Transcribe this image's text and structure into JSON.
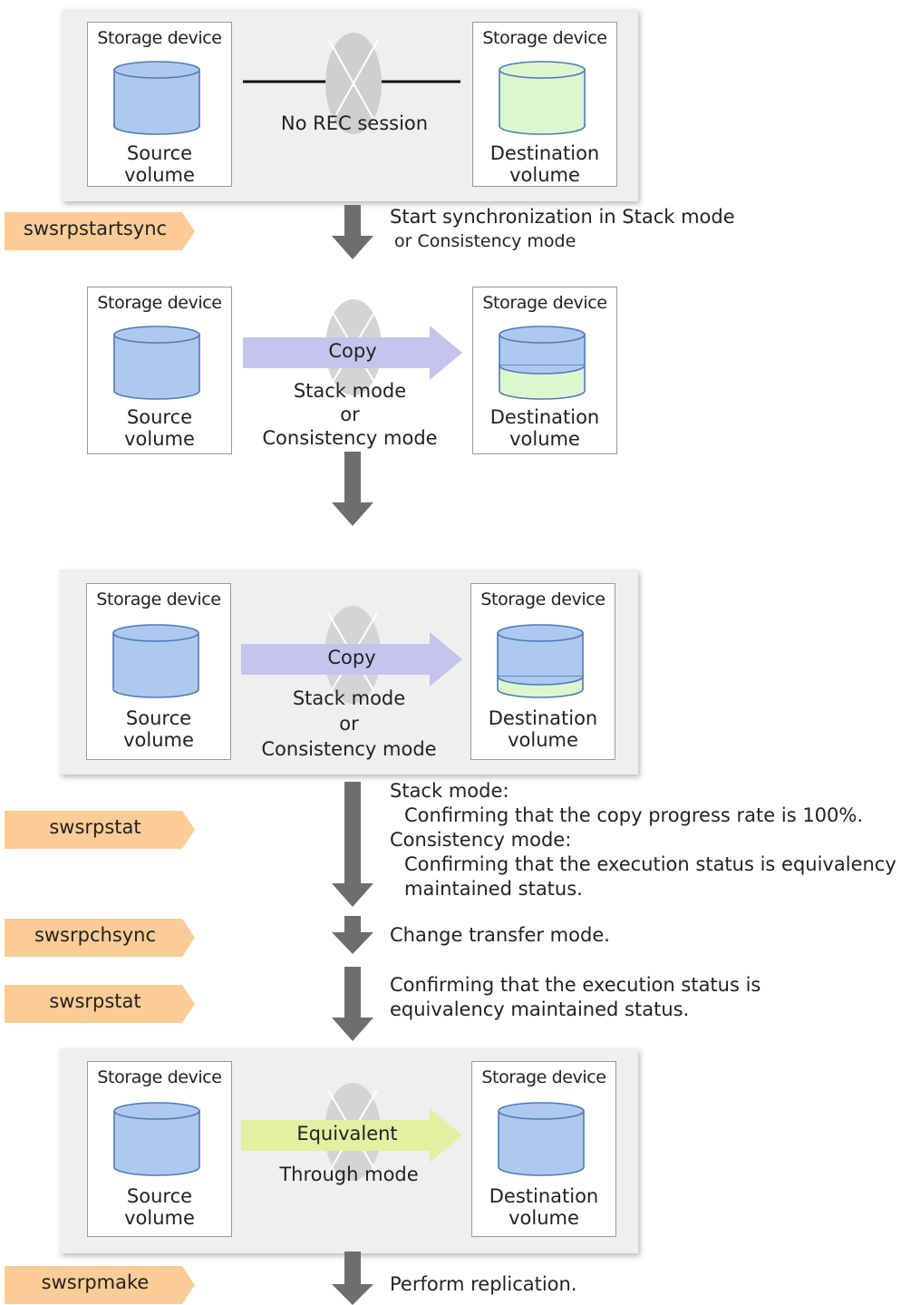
{
  "labels": {
    "storage_device": "Storage device",
    "source_volume": [
      "Source",
      "volume"
    ],
    "destination_volume": [
      "Destination",
      "volume"
    ]
  },
  "stages": [
    {
      "center_label": "No REC session"
    },
    {
      "arrow_label": "Copy",
      "mode_lines": [
        "Stack mode",
        "or",
        "Consistency mode"
      ]
    },
    {
      "arrow_label": "Copy",
      "mode_lines": [
        "Stack mode",
        "or",
        "Consistency mode"
      ]
    },
    {
      "arrow_label": "Equivalent",
      "mode_lines": [
        "Through mode"
      ]
    }
  ],
  "commands": [
    {
      "name": "swsrpstartsync"
    },
    {
      "name": "swsrpstat"
    },
    {
      "name": "swsrpchsync"
    },
    {
      "name": "swsrpstat"
    },
    {
      "name": "swsrpmake"
    }
  ],
  "notes": {
    "start_sync": [
      "Start synchronization in Stack mode",
      "or Consistency mode"
    ],
    "stat1": {
      "stack_head": "Stack mode:",
      "stack_body": "Confirming that the copy progress rate is 100%.",
      "cons_head": "Consistency mode:",
      "cons_body": [
        "Confirming that the execution status is equivalency",
        "maintained status."
      ]
    },
    "chsync": "Change transfer mode.",
    "stat2": [
      "Confirming that the execution status is",
      "equivalency maintained status."
    ],
    "make": "Perform replication."
  },
  "colors": {
    "source_volume": "#aec9ef",
    "destination_empty": "#dcf7d0",
    "copy_arrow": "#c5c4ec",
    "equivalent_arrow": "#e2f0a4",
    "command_tag": "#fbcc96",
    "flow_arrow": "#6e6e6e",
    "panel": "#efefef"
  }
}
